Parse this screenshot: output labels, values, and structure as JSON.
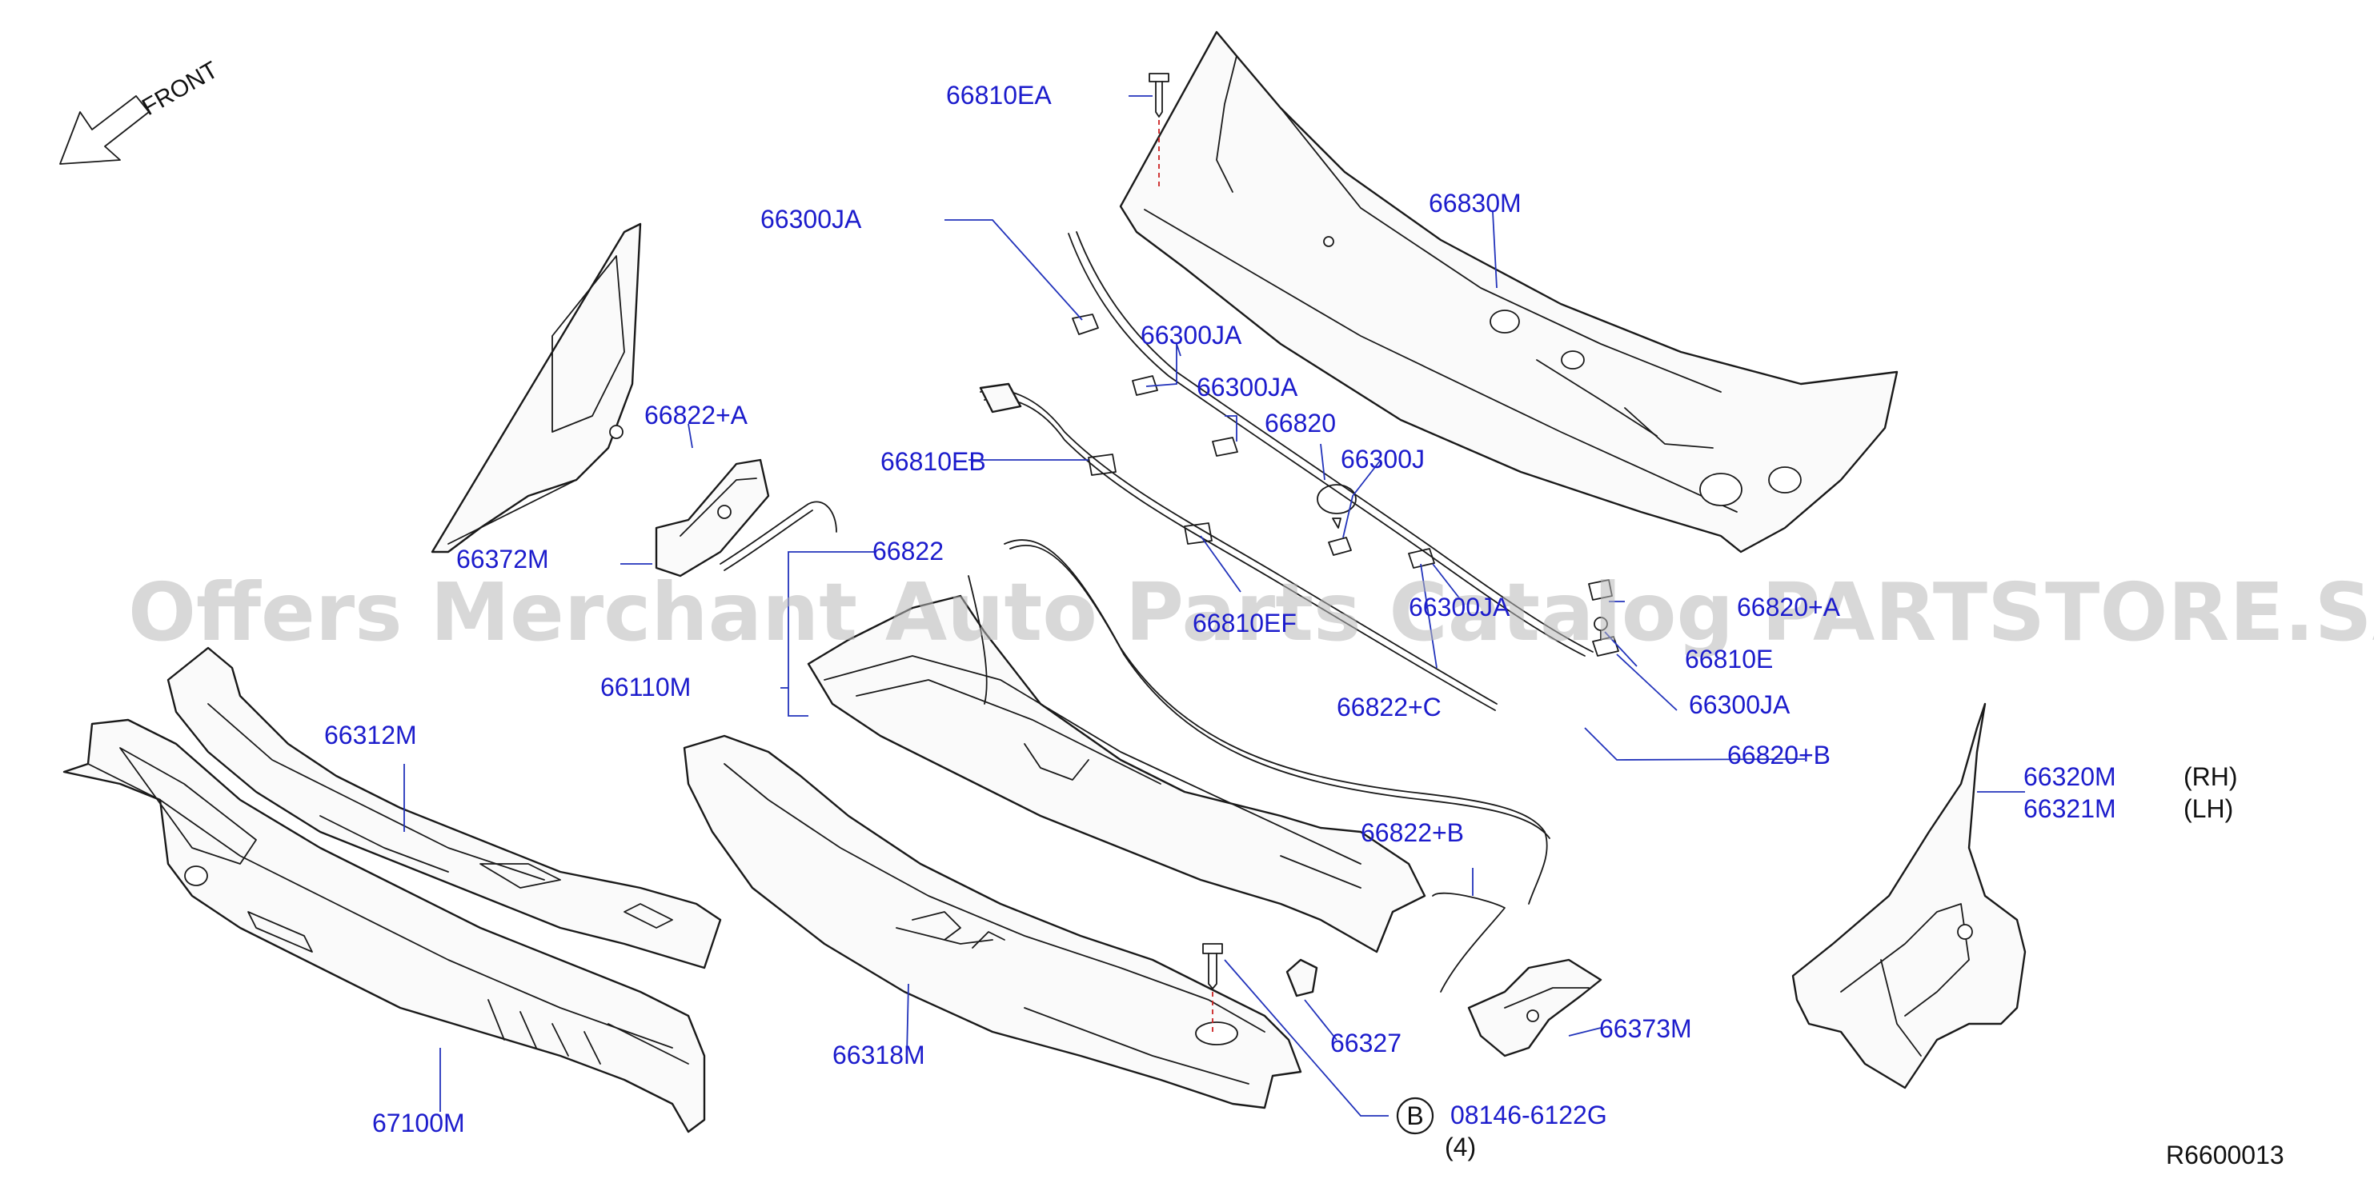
{
  "watermark": "Offers Merchant Auto Parts Catalog PARTSTORE.SA",
  "front_label": "FRONT",
  "diagram_ref": "R6600013",
  "circle_b": "B",
  "labels": {
    "p66810EA": "66810EA",
    "p66300JA_1": "66300JA",
    "p66830M": "66830M",
    "p66300JA_2": "66300JA",
    "p66300JA_3": "66300JA",
    "p66820": "66820",
    "p66822A": "66822+A",
    "p66810EB": "66810EB",
    "p66300J": "66300J",
    "p66372M": "66372M",
    "p66822": "66822",
    "p66810EF": "66810EF",
    "p66300JA_4": "66300JA",
    "p66820A": "66820+A",
    "p66110M": "66110M",
    "p66810E": "66810E",
    "p66822C": "66822+C",
    "p66300JA_5": "66300JA",
    "p66312M": "66312M",
    "p66820B": "66820+B",
    "p66320M": "66320M",
    "rh": "(RH)",
    "p66321M": "66321M",
    "lh": "(LH)",
    "p66822B": "66822+B",
    "p66327": "66327",
    "p66373M": "66373M",
    "p66318M": "66318M",
    "p08146": "08146-6122G",
    "qty4": "(4)",
    "p67100M": "67100M"
  }
}
